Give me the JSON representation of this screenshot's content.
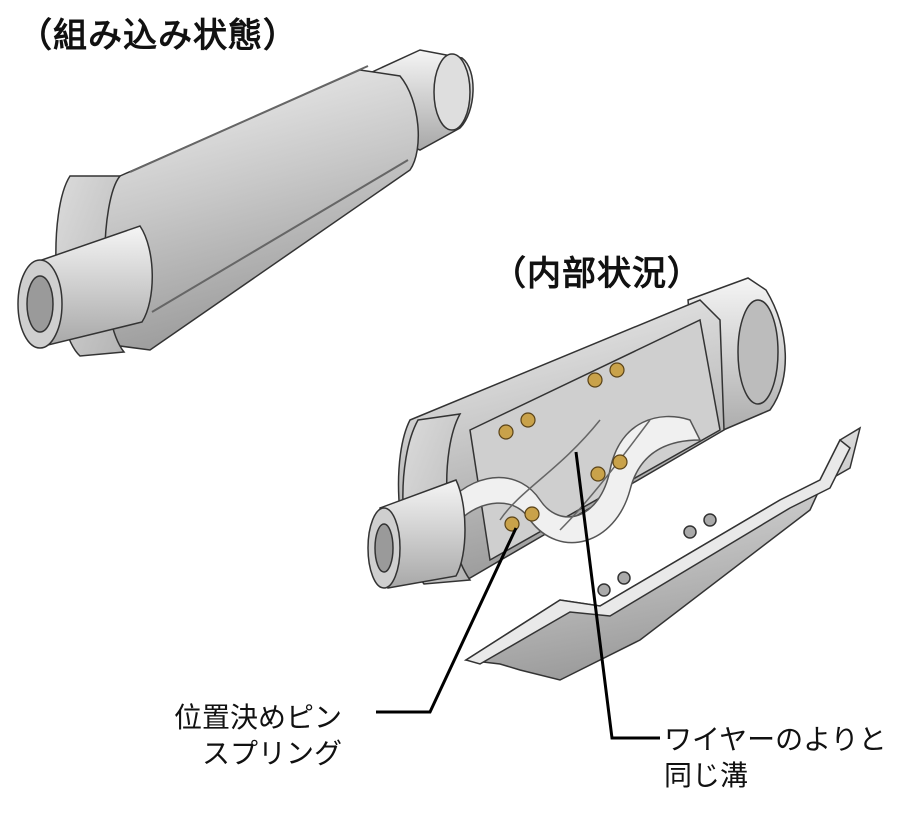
{
  "titles": {
    "assembled": "（組み込み状態）",
    "internal": "（内部状況）"
  },
  "callouts": {
    "pin_spring_line1": "位置決めピン",
    "pin_spring_line2": "スプリング",
    "groove_line1": "ワイヤーのよりと",
    "groove_line2": "同じ溝"
  },
  "colors": {
    "metal_light": "#e6e6e6",
    "metal_mid": "#bdbdbd",
    "metal_dark": "#8a8a8a",
    "outline": "#333333",
    "pin_brass": "#c9a24a",
    "leader": "#000000"
  }
}
